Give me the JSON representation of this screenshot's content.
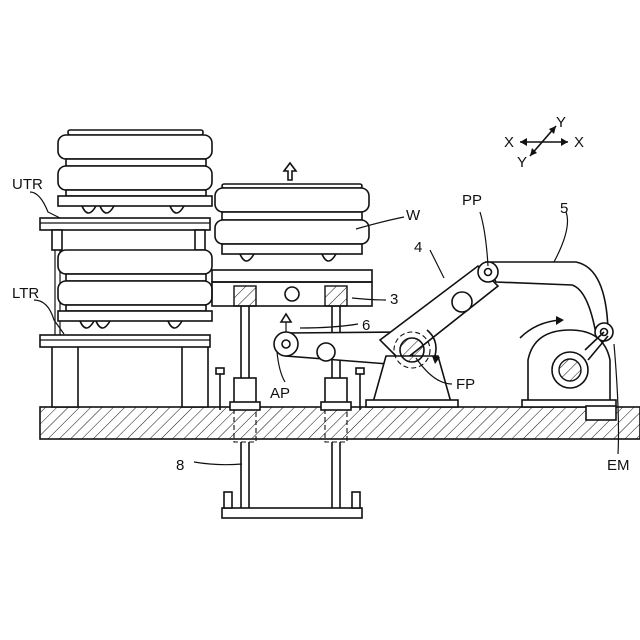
{
  "labels": {
    "utr": "UTR",
    "ltr": "LTR",
    "w": "W",
    "num3": "3",
    "num4": "4",
    "num5": "5",
    "num6": "6",
    "num8": "8",
    "pp": "PP",
    "fp": "FP",
    "ap": "AP",
    "em": "EM"
  },
  "axes": {
    "x_left": "X",
    "x_right": "X",
    "y_top": "Y",
    "y_bottom": "Y"
  }
}
